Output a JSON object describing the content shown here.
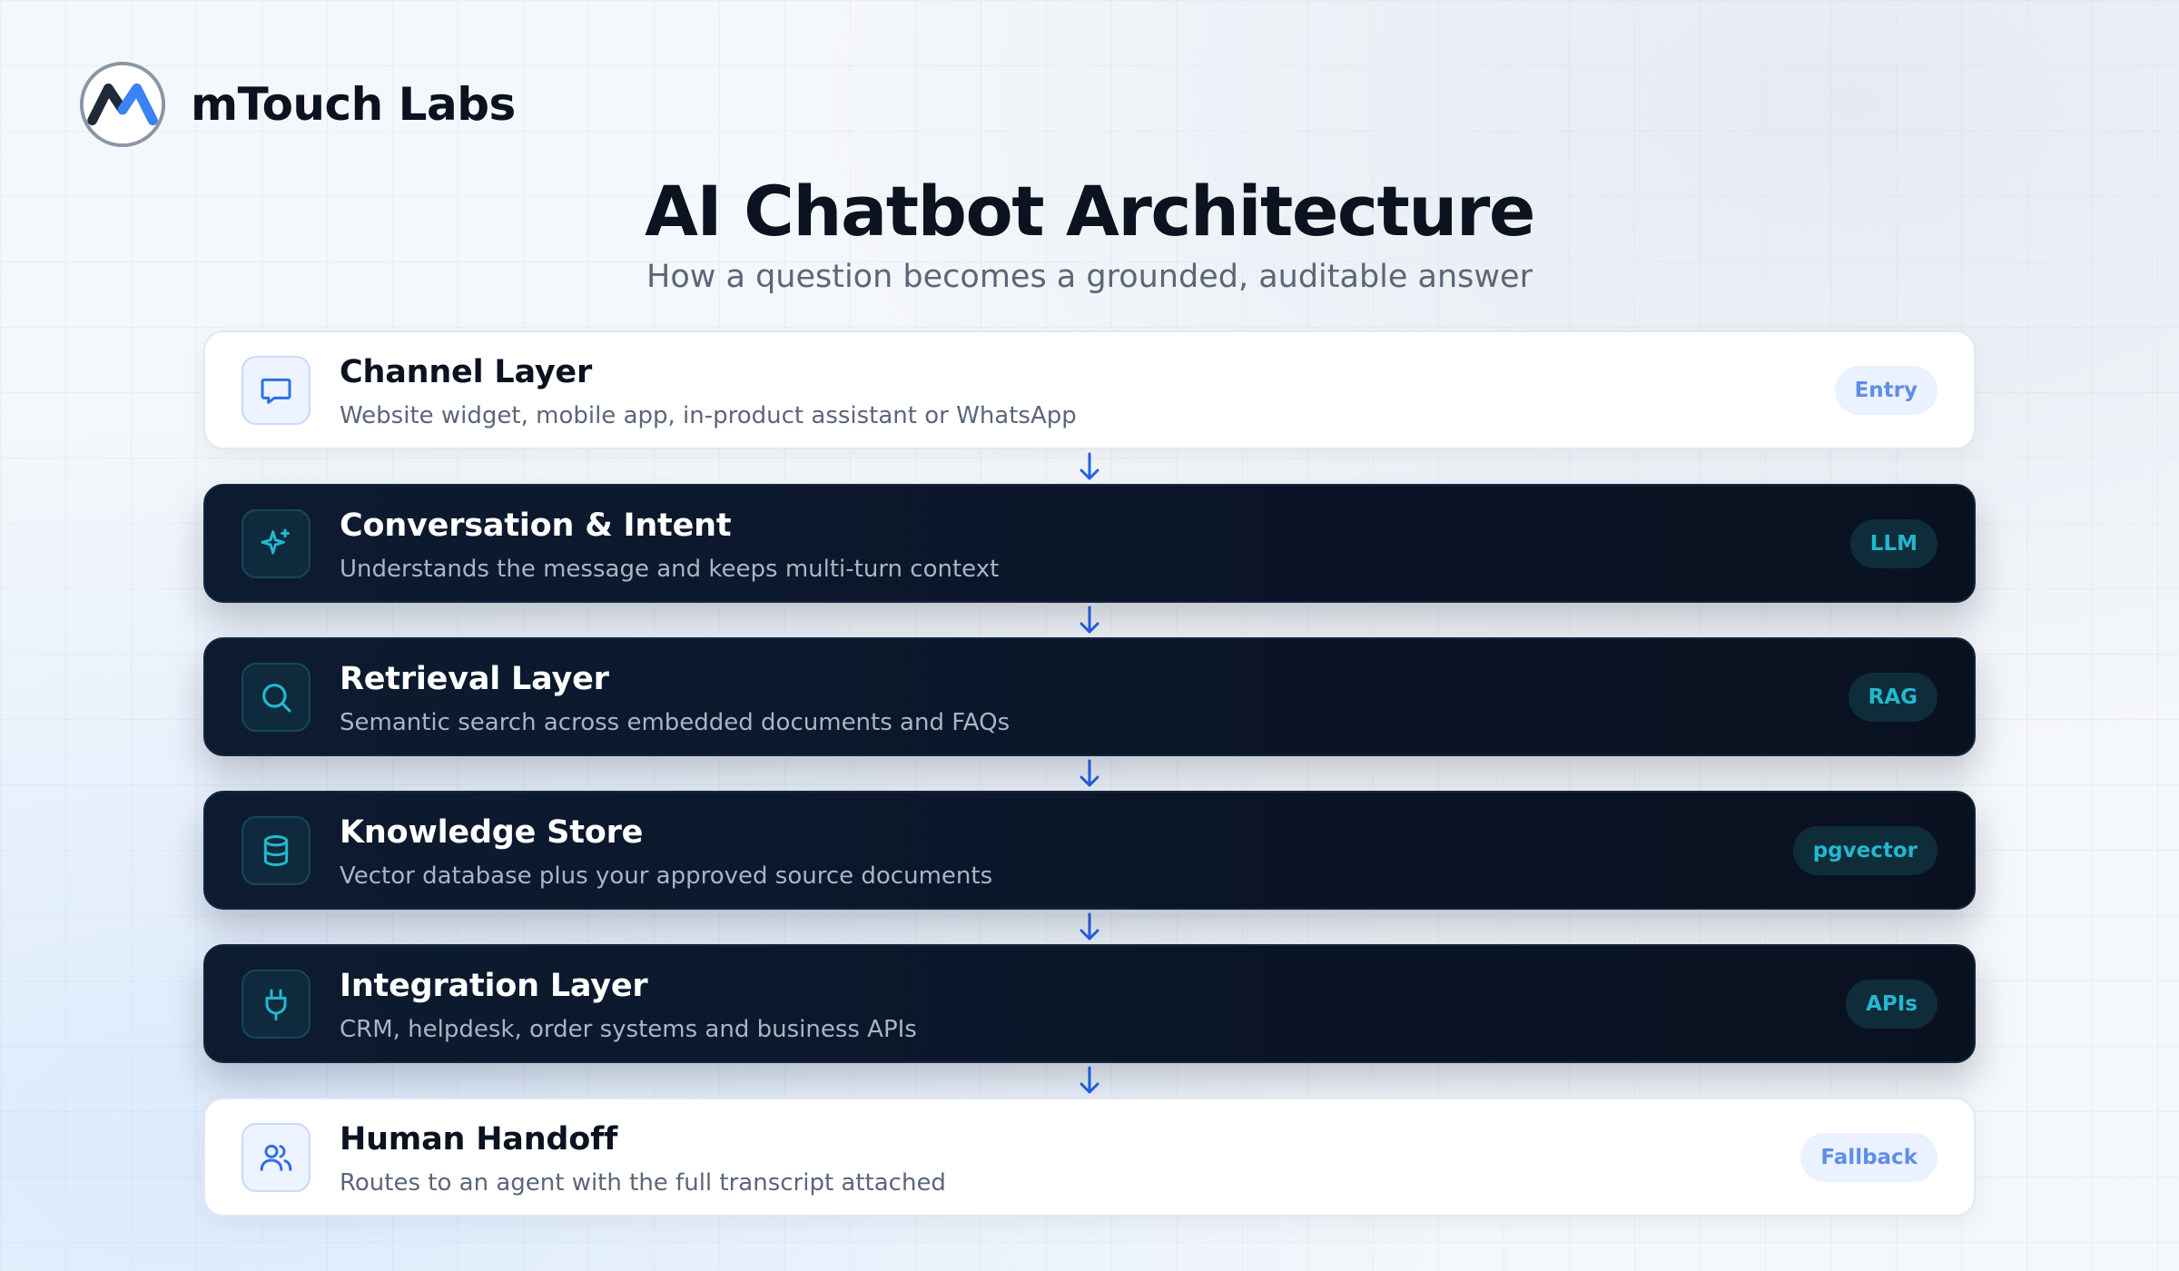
{
  "brand": {
    "name": "mTouch Labs",
    "logo_icon": "m-logo-icon"
  },
  "header": {
    "title": "AI Chatbot Architecture",
    "subtitle": "How a question becomes a grounded, auditable answer"
  },
  "colors": {
    "dark_card": "#0b1528",
    "light_card": "#ffffff",
    "accent_blue": "#2f6fe0",
    "accent_cyan": "#22b8cf",
    "arrow": "#2563eb"
  },
  "layers": [
    {
      "title": "Channel Layer",
      "description": "Website widget, mobile app, in-product assistant or WhatsApp",
      "badge": "Entry",
      "icon": "chat-icon",
      "theme": "light"
    },
    {
      "title": "Conversation & Intent",
      "description": "Understands the message and keeps multi-turn context",
      "badge": "LLM",
      "icon": "sparkle-icon",
      "theme": "dark"
    },
    {
      "title": "Retrieval Layer",
      "description": "Semantic search across embedded documents and FAQs",
      "badge": "RAG",
      "icon": "search-icon",
      "theme": "dark"
    },
    {
      "title": "Knowledge Store",
      "description": "Vector database plus your approved source documents",
      "badge": "pgvector",
      "icon": "database-icon",
      "theme": "dark"
    },
    {
      "title": "Integration Layer",
      "description": "CRM, helpdesk, order systems and business APIs",
      "badge": "APIs",
      "icon": "plug-icon",
      "theme": "dark"
    },
    {
      "title": "Human Handoff",
      "description": "Routes to an agent with the full transcript attached",
      "badge": "Fallback",
      "icon": "users-icon",
      "theme": "light"
    }
  ]
}
